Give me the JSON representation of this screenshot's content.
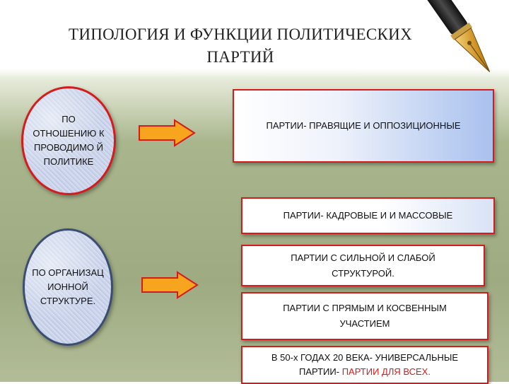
{
  "title": {
    "line1": "ТИПОЛОГИЯ И ФУНКЦИИ  ПОЛИТИЧЕСКИХ",
    "line2": "ПАРТИЙ"
  },
  "circles": {
    "policy": "ПО ОТНОШЕНИЮ К ПРОВОДИМО Й ПОЛИТИКЕ",
    "structure": "ПО ОРГАНИЗАЦ ИОННОЙ СТРУКТУРЕ."
  },
  "boxes": {
    "ruling": "ПАРТИИ- ПРАВЯЩИЕ И  ОППОЗИЦИОННЫЕ",
    "cadre": "ПАРТИИ- КАДРОВЫЕ И  И МАССОВЫЕ",
    "structure_line1": "ПАРТИИ С СИЛЬНОЙ И СЛАБОЙ",
    "structure_line2": "СТРУКТУРОЙ.",
    "participation_line1": "ПАРТИИ С ПРЯМЫМ И КОСВЕННЫМ",
    "participation_line2": "УЧАСТИЕМ",
    "universal_line1": "В 50-х  ГОДАХ  20 ВЕКА- УНИВЕРСАЛЬНЫЕ",
    "universal_line2_prefix": "ПАРТИИ-  ",
    "universal_line2_highlight": "ПАРТИИ ДЛЯ  ВСЕХ."
  },
  "colors": {
    "accent_red": "#d51c1c",
    "arrow_fill": "#f7a51e",
    "circle_border_dark": "#3b4d72"
  },
  "icons": [
    "fountain-pen-icon",
    "right-arrow-icon"
  ]
}
